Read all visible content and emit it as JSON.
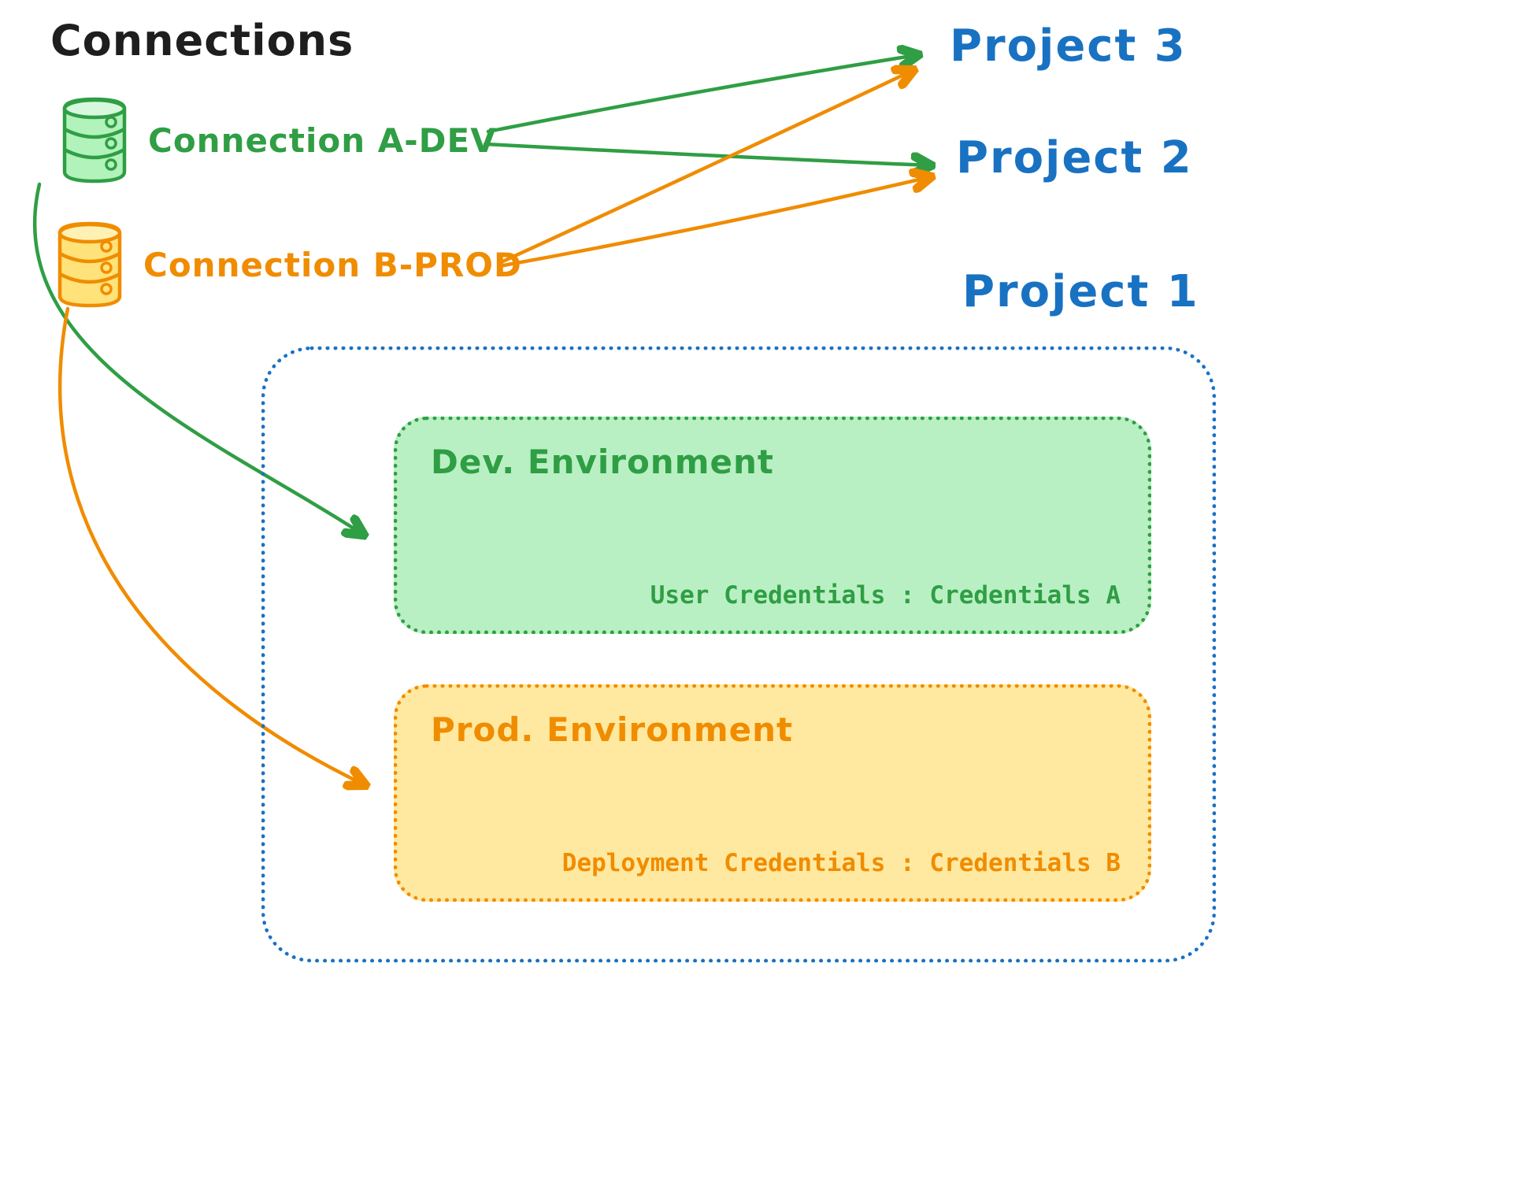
{
  "title": "Connections",
  "connections": [
    {
      "label": "Connection A-DEV",
      "icon": "database-icon",
      "color": "#2f9e44"
    },
    {
      "label": "Connection B-PROD",
      "icon": "database-icon",
      "color": "#f08c00"
    }
  ],
  "projects": [
    {
      "label": "Project 3"
    },
    {
      "label": "Project 2"
    },
    {
      "label": "Project 1"
    }
  ],
  "project1_contents": {
    "environments": [
      {
        "title": "Dev. Environment",
        "credentials_label": "User Credentials : Credentials A",
        "stroke": "#2f9e44",
        "fill": "#b2f2bb"
      },
      {
        "title": "Prod. Environment",
        "credentials_label": "Deployment Credentials : Credentials B",
        "stroke": "#f08c00",
        "fill": "#ffec99"
      }
    ]
  },
  "arrows": [
    {
      "from": "Connection A-DEV",
      "to": "Project 3",
      "color": "#2f9e44"
    },
    {
      "from": "Connection A-DEV",
      "to": "Project 2",
      "color": "#2f9e44"
    },
    {
      "from": "Connection B-PROD",
      "to": "Project 3",
      "color": "#f08c00"
    },
    {
      "from": "Connection B-PROD",
      "to": "Project 2",
      "color": "#f08c00"
    },
    {
      "from": "Connection A-DEV",
      "to": "Dev. Environment",
      "color": "#2f9e44"
    },
    {
      "from": "Connection B-PROD",
      "to": "Prod. Environment",
      "color": "#f08c00"
    }
  ],
  "colors": {
    "blue": "#1971c2",
    "green": "#2f9e44",
    "orange": "#f08c00",
    "ink": "#1e1e1e",
    "green_fill": "#b2f2bb",
    "yellow_fill": "#ffec99"
  }
}
